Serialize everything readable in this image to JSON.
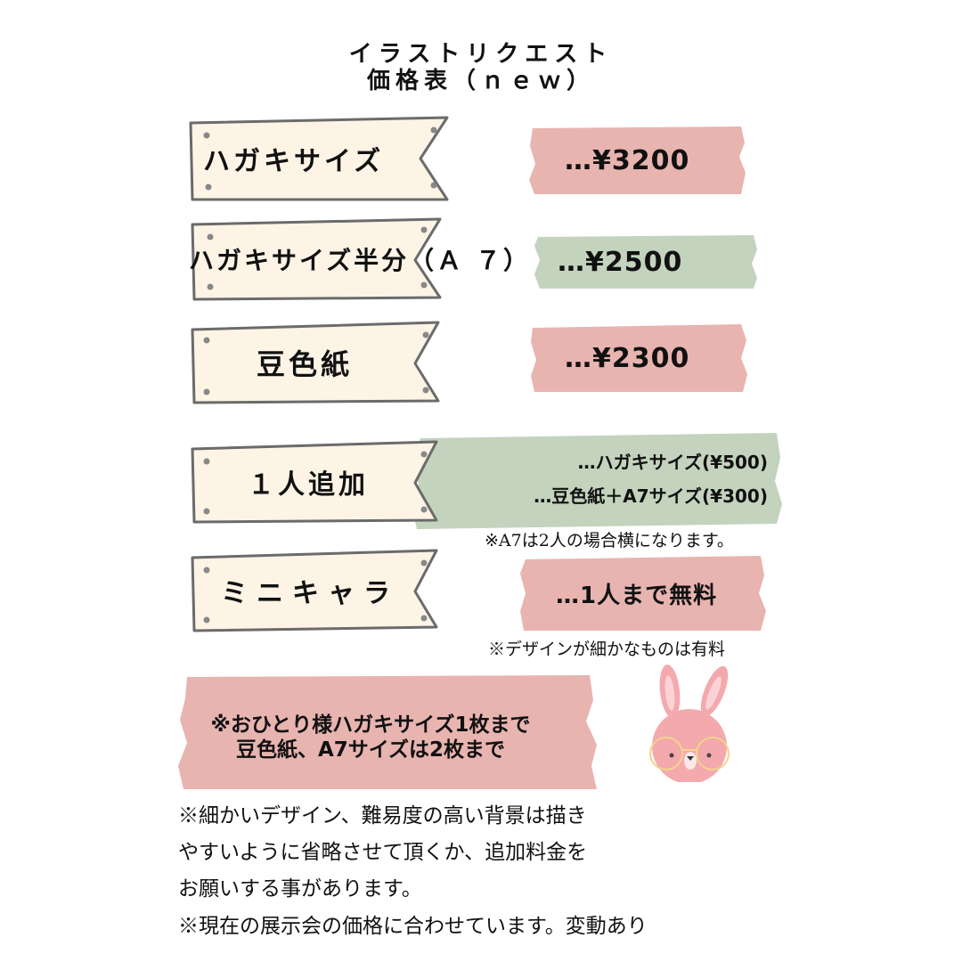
{
  "title": {
    "line1": "イラストリクエスト",
    "line2": "価格表（ｎｅｗ）"
  },
  "colors": {
    "banner_fill": "#fdf4e6",
    "banner_stroke": "#6b6b6b",
    "tape_pink": "#e8b4b0",
    "tape_green": "#c3d3bd",
    "text": "#111111"
  },
  "rows": [
    {
      "label": "ハガキサイズ",
      "price": "…¥3200",
      "tape": "pink"
    },
    {
      "label": "ハガキサイズ半分（Ａ ７）",
      "price": "…¥2500",
      "tape": "green"
    },
    {
      "label": "豆色紙",
      "price": "…¥2300",
      "tape": "pink"
    },
    {
      "label": "１人追加",
      "price_lines": [
        "…ハガキサイズ(¥500)",
        "…豆色紙＋A7サイズ(¥300)"
      ],
      "tape": "green",
      "note": "※A7は2人の場合横になります。"
    },
    {
      "label": "ミニキャラ",
      "price": "…1人まで無料",
      "tape": "pink",
      "note": "※デザインが細かなものは有料"
    }
  ],
  "limit_box": {
    "line1": "※おひとり様ハガキサイズ1枚まで",
    "line2": "豆色紙、A7サイズは2枚まで"
  },
  "illustration": "pink-bunny-with-glasses",
  "footer": {
    "para1": [
      "※細かいデザイン、難易度の高い背景は描き",
      "やすいように省略させて頂くか、追加料金を",
      "お願いする事があります。"
    ],
    "para2": "※現在の展示会の価格に合わせています。変動あり"
  }
}
